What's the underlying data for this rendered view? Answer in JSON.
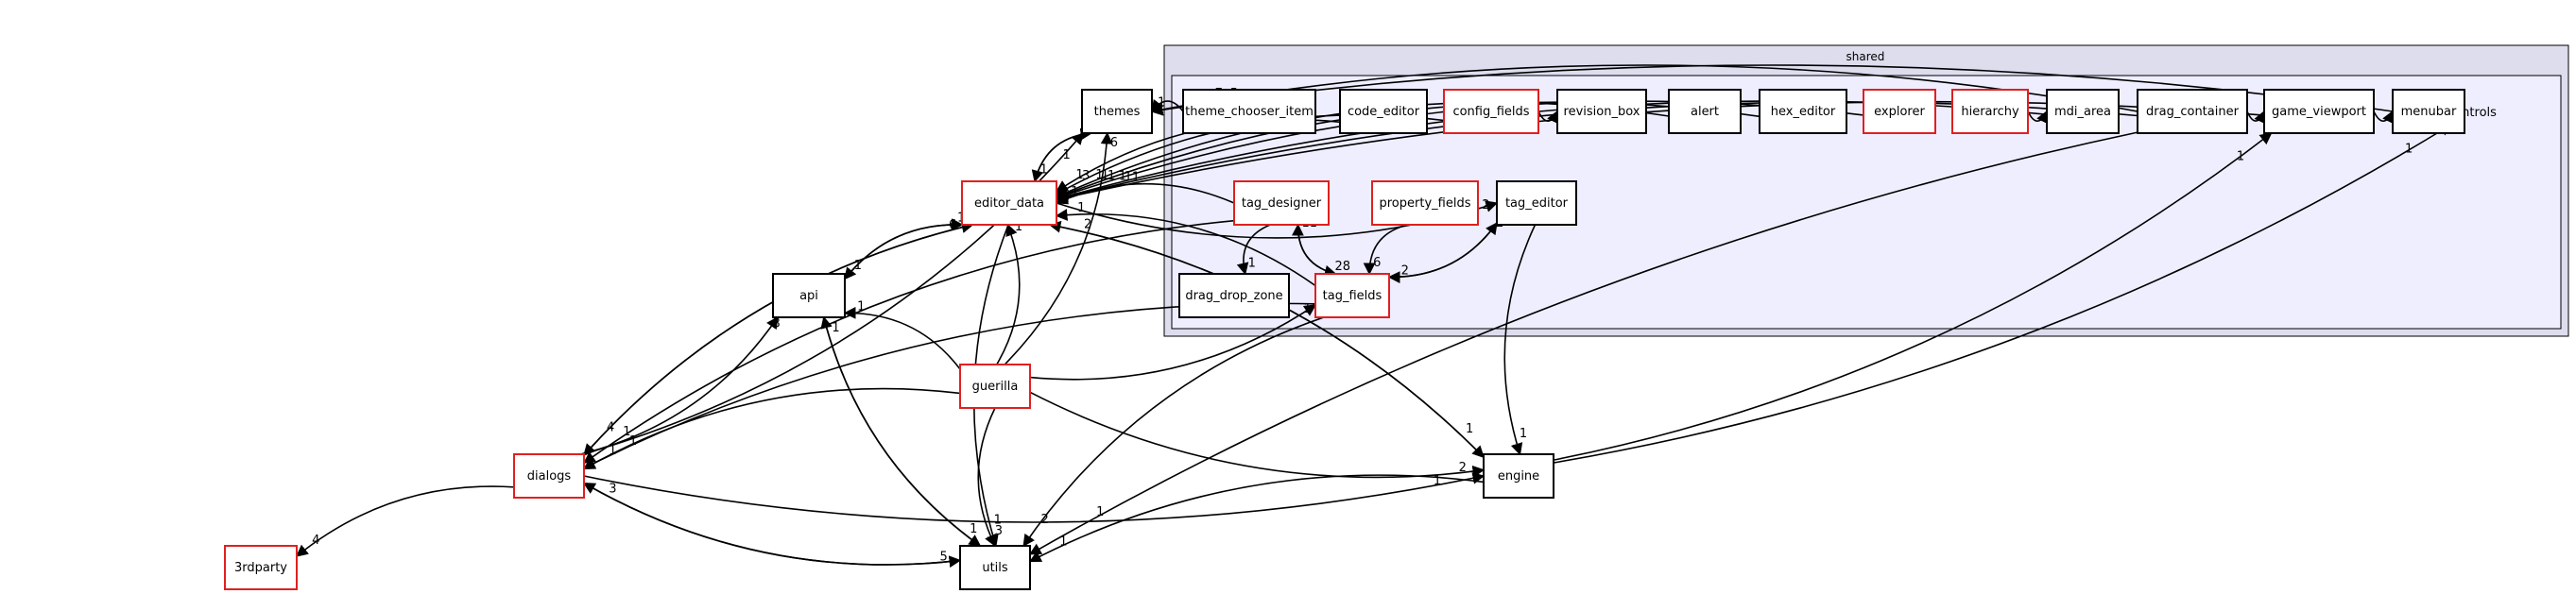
{
  "colors": {
    "edge": "#000000",
    "node_border_default": "#000000",
    "node_border_highlight": "#e02020",
    "node_fill": "#ffffff",
    "cluster_shared_fill": "#ddddee",
    "cluster_controls_fill": "#eeeeff",
    "cluster_border": "#000000"
  },
  "clusters": {
    "shared": {
      "title": "shared"
    },
    "controls": {
      "title": "controls"
    }
  },
  "nodes": [
    {
      "id": "themes",
      "label": "themes",
      "highlight": false
    },
    {
      "id": "theme_chooser_item",
      "label": "theme_chooser_item",
      "highlight": false
    },
    {
      "id": "code_editor",
      "label": "code_editor",
      "highlight": false
    },
    {
      "id": "config_fields",
      "label": "config_fields",
      "highlight": true
    },
    {
      "id": "revision_box",
      "label": "revision_box",
      "highlight": false
    },
    {
      "id": "alert",
      "label": "alert",
      "highlight": false
    },
    {
      "id": "hex_editor",
      "label": "hex_editor",
      "highlight": false
    },
    {
      "id": "explorer",
      "label": "explorer",
      "highlight": true
    },
    {
      "id": "hierarchy",
      "label": "hierarchy",
      "highlight": true
    },
    {
      "id": "mdi_area",
      "label": "mdi_area",
      "highlight": false
    },
    {
      "id": "drag_container",
      "label": "drag_container",
      "highlight": false
    },
    {
      "id": "game_viewport",
      "label": "game_viewport",
      "highlight": false
    },
    {
      "id": "menubar",
      "label": "menubar",
      "highlight": false
    },
    {
      "id": "editor_data",
      "label": "editor_data",
      "highlight": true
    },
    {
      "id": "tag_designer",
      "label": "tag_designer",
      "highlight": true
    },
    {
      "id": "property_fields",
      "label": "property_fields",
      "highlight": true
    },
    {
      "id": "tag_editor",
      "label": "tag_editor",
      "highlight": false
    },
    {
      "id": "drag_drop_zone",
      "label": "drag_drop_zone",
      "highlight": false
    },
    {
      "id": "tag_fields",
      "label": "tag_fields",
      "highlight": true
    },
    {
      "id": "api",
      "label": "api",
      "highlight": false
    },
    {
      "id": "guerilla",
      "label": "guerilla",
      "highlight": true
    },
    {
      "id": "dialogs",
      "label": "dialogs",
      "highlight": true
    },
    {
      "id": "engine",
      "label": "engine",
      "highlight": false
    },
    {
      "id": "3rdparty",
      "label": "3rdparty",
      "highlight": true
    },
    {
      "id": "utils",
      "label": "utils",
      "highlight": false
    }
  ],
  "edges": [
    {
      "id": "e1",
      "from": "theme_chooser_item",
      "to": "themes",
      "label": "1"
    },
    {
      "id": "e2",
      "from": "themes",
      "to": "editor_data",
      "label": "1"
    },
    {
      "id": "e3",
      "from": "editor_data",
      "to": "themes",
      "label": "2"
    },
    {
      "id": "e4",
      "from": "editor_data",
      "to": "api",
      "label": "1"
    },
    {
      "id": "e5",
      "from": "api",
      "to": "editor_data",
      "label": "17"
    },
    {
      "id": "e6",
      "from": "editor_data",
      "to": "dialogs",
      "label": "4"
    },
    {
      "id": "e7",
      "from": "dialogs",
      "to": "editor_data",
      "label": "6"
    },
    {
      "id": "e8",
      "from": "dialogs",
      "to": "3rdparty",
      "label": "4"
    },
    {
      "id": "e9",
      "from": "dialogs",
      "to": "api",
      "label": "3"
    },
    {
      "id": "e10",
      "from": "dialogs",
      "to": "utils",
      "label": "5"
    },
    {
      "id": "e11",
      "from": "utils",
      "to": "dialogs",
      "label": "3"
    },
    {
      "id": "e12",
      "from": "api",
      "to": "utils",
      "label": "1"
    },
    {
      "id": "e13",
      "from": "utils",
      "to": "api",
      "label": "1"
    },
    {
      "id": "e14",
      "from": "guerilla",
      "to": "api",
      "label": "1"
    },
    {
      "id": "e15",
      "from": "guerilla",
      "to": "editor_data",
      "label": "1"
    },
    {
      "id": "e16",
      "from": "guerilla",
      "to": "utils",
      "label": "3"
    },
    {
      "id": "e17",
      "from": "guerilla",
      "to": "dialogs",
      "label": "1"
    },
    {
      "id": "e18",
      "from": "guerilla",
      "to": "engine",
      "label": "2"
    },
    {
      "id": "e19",
      "from": "guerilla",
      "to": "tag_fields",
      "label": "1"
    },
    {
      "id": "e20",
      "from": "tag_designer",
      "to": "editor_data",
      "label": "1"
    },
    {
      "id": "e21",
      "from": "tag_designer",
      "to": "tag_fields",
      "label": "28"
    },
    {
      "id": "e22",
      "from": "tag_fields",
      "to": "tag_designer",
      "label": "11"
    },
    {
      "id": "e23",
      "from": "tag_designer",
      "to": "drag_drop_zone",
      "label": "1"
    },
    {
      "id": "e24",
      "from": "property_fields",
      "to": "tag_fields",
      "label": "6"
    },
    {
      "id": "e25",
      "from": "tag_fields",
      "to": "editor_data",
      "label": "1"
    },
    {
      "id": "e26",
      "from": "tag_fields",
      "to": "utils",
      "label": "2"
    },
    {
      "id": "e27",
      "from": "tag_fields",
      "to": "dialogs",
      "label": "1"
    },
    {
      "id": "e28",
      "from": "tag_fields",
      "to": "tag_editor",
      "label": "2"
    },
    {
      "id": "e29",
      "from": "tag_editor",
      "to": "engine",
      "label": "1"
    },
    {
      "id": "e30",
      "from": "engine",
      "to": "editor_data",
      "label": "2"
    },
    {
      "id": "e31",
      "from": "editor_data",
      "to": "engine",
      "label": "1"
    },
    {
      "id": "e32",
      "from": "engine",
      "to": "utils",
      "label": "1"
    },
    {
      "id": "e33",
      "from": "engine",
      "to": "game_viewport",
      "label": "1"
    },
    {
      "id": "e34",
      "from": "engine",
      "to": "controls",
      "label": "1"
    },
    {
      "id": "e35",
      "from": "code_editor",
      "to": "editor_data",
      "label": "1"
    },
    {
      "id": "e36",
      "from": "config_fields",
      "to": "editor_data",
      "label": "3"
    },
    {
      "id": "e37",
      "from": "config_fields",
      "to": "revision_box",
      "label": "1"
    },
    {
      "id": "e38",
      "from": "alert",
      "to": "editor_data",
      "label": "1"
    },
    {
      "id": "e39",
      "from": "hex_editor",
      "to": "editor_data",
      "label": "1"
    },
    {
      "id": "e40",
      "from": "explorer",
      "to": "editor_data",
      "label": "1"
    },
    {
      "id": "e41",
      "from": "hierarchy",
      "to": "mdi_area",
      "label": "1"
    },
    {
      "id": "e42",
      "from": "mdi_area",
      "to": "editor_data",
      "label": "1"
    },
    {
      "id": "e43",
      "from": "drag_container",
      "to": "game_viewport",
      "label": "1"
    },
    {
      "id": "e44",
      "from": "drag_container",
      "to": "editor_data",
      "label": "1"
    },
    {
      "id": "e45",
      "from": "drag_container",
      "to": "utils",
      "label": "1"
    },
    {
      "id": "e46",
      "from": "game_viewport",
      "to": "menubar",
      "label": "1"
    },
    {
      "id": "e47",
      "from": "menubar",
      "to": "controls",
      "label": "1"
    },
    {
      "id": "e48",
      "from": "game_viewport",
      "to": "editor_data",
      "label": "1"
    },
    {
      "id": "e49",
      "from": "drag_container",
      "to": "themes",
      "label": "7"
    },
    {
      "id": "e50",
      "from": "menubar",
      "to": "themes",
      "label": "5"
    },
    {
      "id": "e51",
      "from": "guerilla",
      "to": "themes",
      "label": "6"
    },
    {
      "id": "e52",
      "from": "dialogs",
      "to": "themes",
      "label": "1"
    },
    {
      "id": "e53",
      "from": "dialogs",
      "to": "engine",
      "label": "1"
    },
    {
      "id": "e54",
      "from": "editor_data",
      "to": "tag_editor",
      "label": "12"
    },
    {
      "id": "e55",
      "from": "tag_designer",
      "to": "dialogs",
      "label": "1"
    },
    {
      "id": "e56",
      "from": "editor_data",
      "to": "utils",
      "label": "1"
    },
    {
      "id": "e57",
      "from": "tag_editor",
      "to": "tag_fields",
      "label": "2"
    }
  ]
}
